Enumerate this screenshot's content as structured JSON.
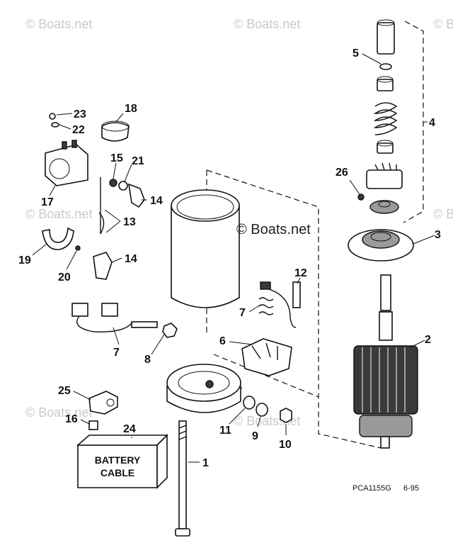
{
  "watermarks": {
    "corner": "© Boats.net",
    "main": "© Boats.net"
  },
  "labels": [
    "1",
    "2",
    "3",
    "4",
    "5",
    "6",
    "7",
    "7",
    "8",
    "9",
    "10",
    "11",
    "12",
    "13",
    "14",
    "14",
    "15",
    "16",
    "17",
    "18",
    "19",
    "20",
    "21",
    "22",
    "23",
    "24",
    "25",
    "26"
  ],
  "battery_box": {
    "line1": "BATTERY",
    "line2": "CABLE"
  },
  "footer": {
    "code": "PCA1155G",
    "date": "6-95"
  }
}
